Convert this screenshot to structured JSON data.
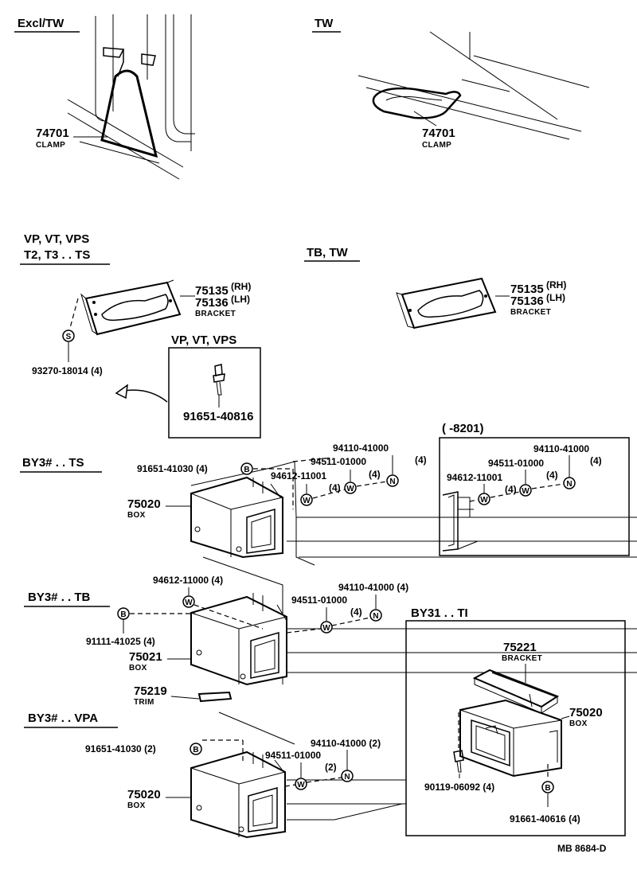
{
  "sections": {
    "excl_tw": "Excl/TW",
    "tw": "TW",
    "vp_group_line1": "VP, VT, VPS",
    "vp_group_line2": "T2, T3 . . TS",
    "tb_tw": "TB,  TW",
    "vp_inset": "VP, VT, VPS",
    "by3_ts": "BY3# . . TS",
    "by3_tb": "BY3# . . TB",
    "by3_vpa": "BY3# . . VPA",
    "by31_ti": "BY31 . . TI",
    "range_8201": "(       -8201)"
  },
  "parts": {
    "clamp_num": "74701",
    "clamp_name": "CLAMP",
    "bracket_rh": "75135",
    "bracket_lh": "75136",
    "rh": "(RH)",
    "lh": "(LH)",
    "bracket_name": "BRACKET",
    "screw_93270": "93270-18014 (4)",
    "bolt_91651_40816": "91651-40816",
    "bolt_91651_41030_4": "91651-41030 (4)",
    "bolt_91651_41030_2": "91651-41030 (2)",
    "nut_94110_41000": "94110-41000",
    "qty4": "(4)",
    "qty2": "(2)",
    "washer_94511_01000": "94511-01000",
    "washer_94612_11001": "94612-11001",
    "washer_94612_11000": "94612-11000 (4)",
    "nut_94110_41000_4": "94110-41000 (4)",
    "nut_94110_41000_2": "94110-41000 (2)",
    "bolt_91111_41025": "91111-41025 (4)",
    "box_75020": "75020",
    "box_75021": "75021",
    "box_name": "BOX",
    "trim_75219": "75219",
    "trim_name": "TRIM",
    "bracket_75221": "75221",
    "screw_90119": "90119-06092 (4)",
    "bolt_91661": "91661-40616 (4)"
  },
  "symbols": {
    "s": "S",
    "b": "B",
    "w": "W",
    "n": "N"
  },
  "footer": {
    "code": "MB  8684-D"
  }
}
